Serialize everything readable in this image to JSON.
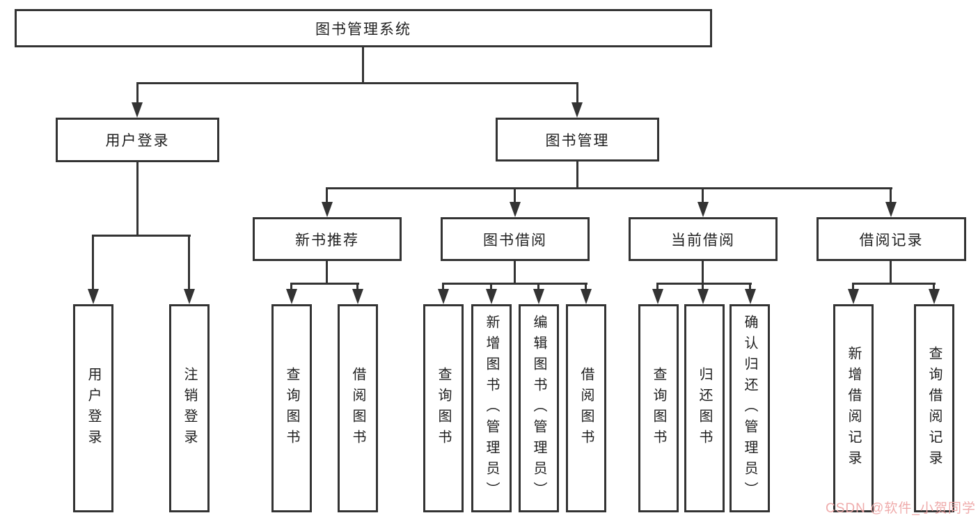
{
  "diagram": {
    "root": {
      "label": "图书管理系统"
    },
    "level2": [
      {
        "label": "用户登录"
      },
      {
        "label": "图书管理"
      }
    ],
    "level3": [
      {
        "label": "新书推荐",
        "parent": "图书管理"
      },
      {
        "label": "图书借阅",
        "parent": "图书管理"
      },
      {
        "label": "当前借阅",
        "parent": "图书管理"
      },
      {
        "label": "借阅记录",
        "parent": "图书管理"
      }
    ],
    "leaves": [
      {
        "label": "用户登录",
        "parent": "用户登录"
      },
      {
        "label": "注销登录",
        "parent": "用户登录"
      },
      {
        "label": "查询图书",
        "parent": "新书推荐"
      },
      {
        "label": "借阅图书",
        "parent": "新书推荐"
      },
      {
        "label": "查询图书",
        "parent": "图书借阅"
      },
      {
        "label": "新增图书（管理员）",
        "parent": "图书借阅"
      },
      {
        "label": "编辑图书（管理员）",
        "parent": "图书借阅"
      },
      {
        "label": "借阅图书",
        "parent": "图书借阅"
      },
      {
        "label": "查询图书",
        "parent": "当前借阅"
      },
      {
        "label": "归还图书",
        "parent": "当前借阅"
      },
      {
        "label": "确认归还（管理员）",
        "parent": "当前借阅"
      },
      {
        "label": "新增借阅记录",
        "parent": "借阅记录"
      },
      {
        "label": "查询借阅记录",
        "parent": "借阅记录"
      }
    ]
  },
  "watermark": {
    "text": "CSDN @软件_小贺同学",
    "color": "#eea7a7"
  },
  "colors": {
    "line": "#333333",
    "box_border": "#333333",
    "text": "#1f1f1f",
    "background": "#ffffff"
  }
}
